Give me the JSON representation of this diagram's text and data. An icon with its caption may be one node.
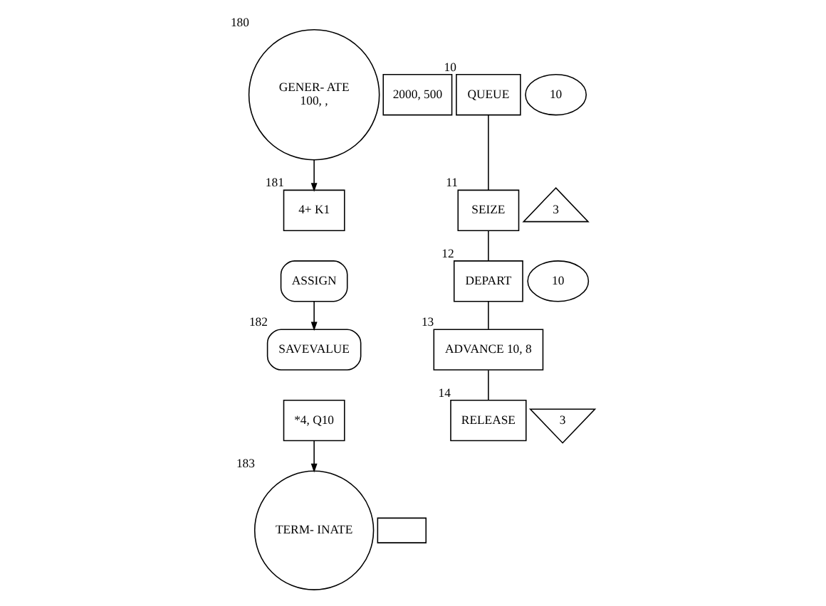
{
  "diagram": {
    "nodes": [
      {
        "text": [
          "GENER- ATE",
          "100, ,"
        ],
        "beside": [
          "180"
        ]
      },
      {
        "text": [
          "2000, 500"
        ]
      },
      {
        "text": [
          "4+ K1"
        ],
        "beside": [
          "181"
        ]
      },
      {
        "text": [
          "ASSIGN"
        ]
      },
      {
        "text": [
          "SAVEVALUE"
        ],
        "beside": [
          "182"
        ]
      },
      {
        "text": [
          "*4, Q10"
        ]
      },
      {
        "text": [
          "TERM- INATE"
        ],
        "beside": [
          "183"
        ]
      },
      {
        "text": [],
        "shape": "box"
      },
      {
        "text": [
          "QUEUE"
        ],
        "beside": [
          "10"
        ]
      },
      {
        "text": [
          "10"
        ]
      },
      {
        "text": [
          "SEIZE"
        ],
        "beside": [
          "11"
        ]
      },
      {
        "text": [
          "3"
        ]
      },
      {
        "text": [
          "DEPART"
        ],
        "beside": [
          "12"
        ]
      },
      {
        "text": [
          "10"
        ]
      },
      {
        "text": [
          "ADVANCE 10, 8"
        ],
        "beside": [
          "13"
        ]
      },
      {
        "text": [
          "RELEASE"
        ],
        "beside": [
          "14"
        ]
      },
      {
        "text": [
          "3"
        ]
      }
    ],
    "edges": [
      {
        "from": 0,
        "to": 2,
        "arrow": "to"
      },
      {
        "from": 3,
        "to": 4,
        "arrow": "to"
      },
      {
        "from": 5,
        "to": 6,
        "arrow": "to"
      },
      {
        "from": 8,
        "to": 10,
        "arrow": "none"
      },
      {
        "from": 10,
        "to": 12,
        "arrow": "none"
      },
      {
        "from": 12,
        "to": 14,
        "arrow": "none"
      },
      {
        "from": 14,
        "to": 15,
        "arrow": "none"
      }
    ]
  }
}
